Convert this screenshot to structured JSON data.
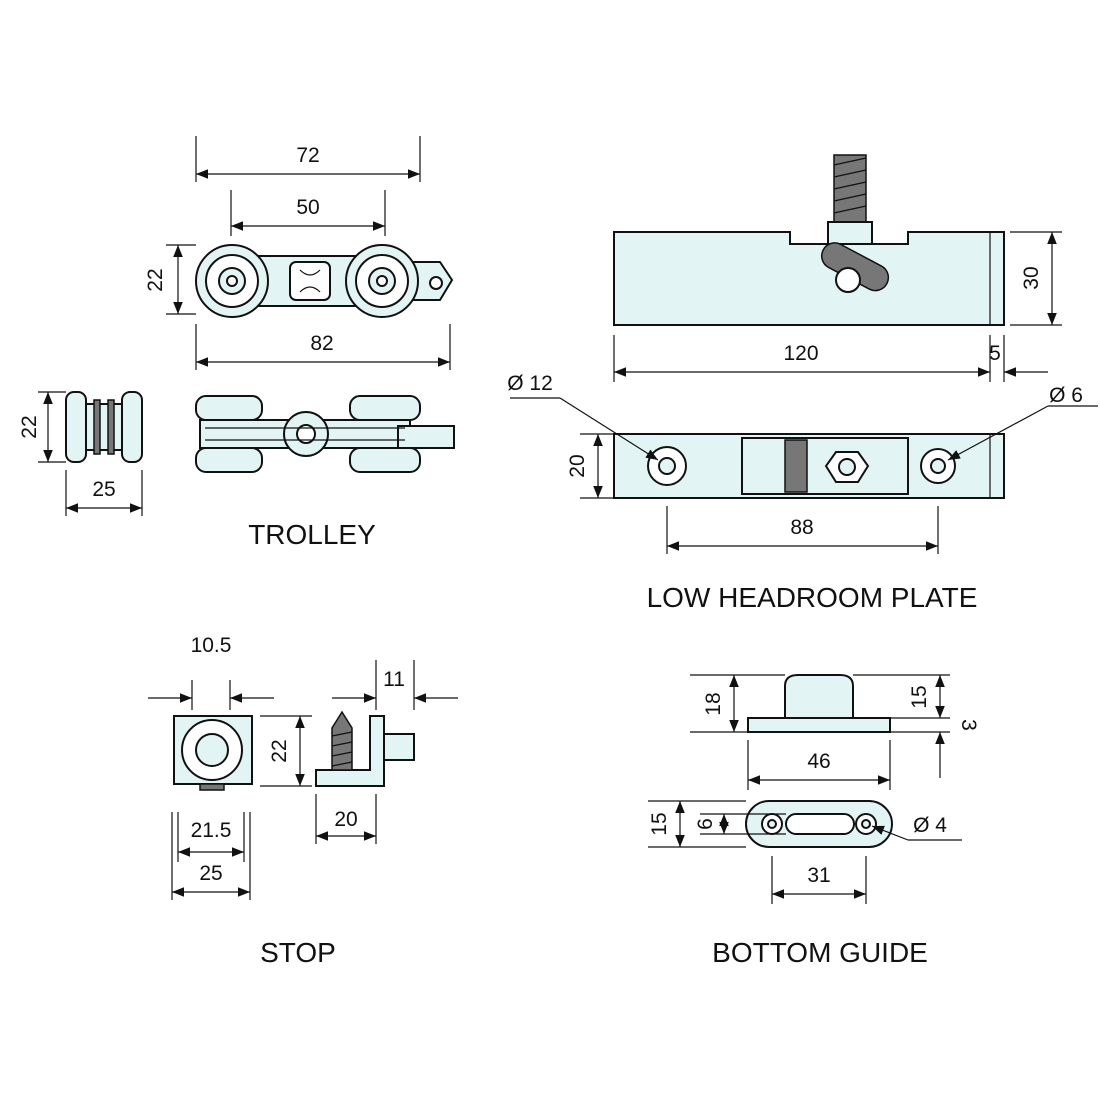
{
  "trolley": {
    "title": "TROLLEY",
    "dim_72": "72",
    "dim_50": "50",
    "dim_22": "22",
    "dim_82": "82",
    "dim_22_side": "22",
    "dim_25": "25"
  },
  "low_headroom_plate": {
    "title": "LOW HEADROOM PLATE",
    "dim_30": "30",
    "dim_120": "120",
    "dim_5": "5",
    "dim_dia12": "Ø 12",
    "dim_dia6": "Ø 6",
    "dim_20": "20",
    "dim_88": "88"
  },
  "stop": {
    "title": "STOP",
    "dim_10_5": "10.5",
    "dim_11": "11",
    "dim_22": "22",
    "dim_20": "20",
    "dim_21_5": "21.5",
    "dim_25": "25"
  },
  "bottom_guide": {
    "title": "BOTTOM GUIDE",
    "dim_18": "18",
    "dim_15_top": "15",
    "dim_3": "3",
    "dim_46": "46",
    "dim_15": "15",
    "dim_6": "6",
    "dim_dia4": "Ø 4",
    "dim_31": "31"
  },
  "colors": {
    "part_fill": "#e3f4f5",
    "line": "#111111",
    "hatch": "#777777"
  }
}
